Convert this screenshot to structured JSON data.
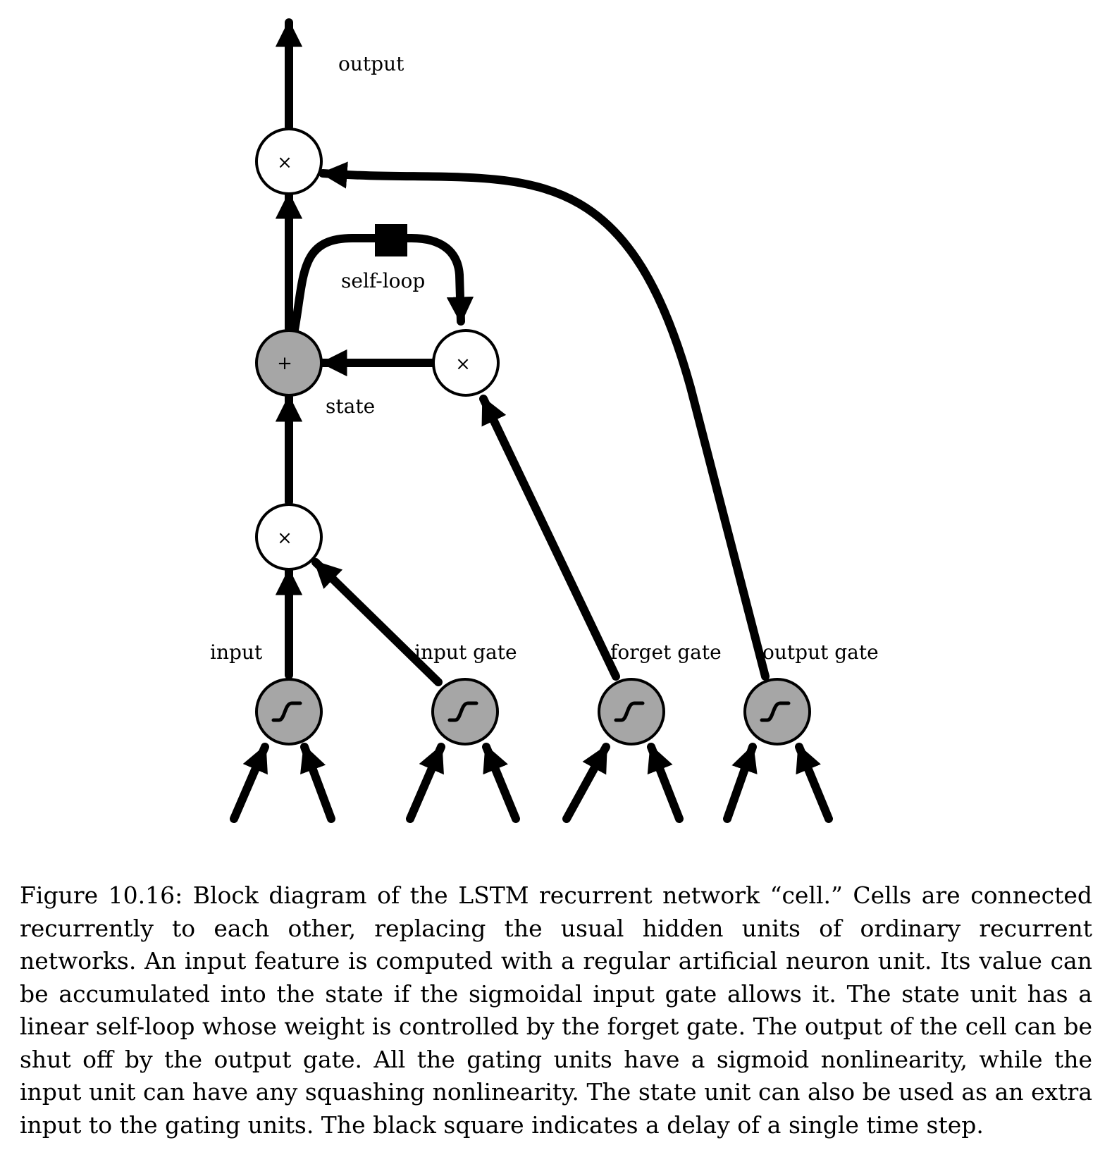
{
  "diagram": {
    "labels": {
      "output": "output",
      "self_loop": "self-loop",
      "state": "state",
      "input": "input",
      "input_gate": "input gate",
      "forget_gate": "forget gate",
      "output_gate": "output gate"
    },
    "symbols": {
      "multiply": "×",
      "plus": "+"
    }
  },
  "caption": "Figure 10.16: Block diagram of the LSTM recurrent network “cell.” Cells are connected recurrently to each other, replacing the usual hidden units of ordinary recurrent networks. An input feature is computed with a regular artificial neuron unit. Its value can be accumulated into the state if the sigmoidal input gate allows it. The state unit has a linear self-loop whose weight is controlled by the forget gate. The output of the cell can be shut off by the output gate. All the gating units have a sigmoid nonlinearity, while the input unit can have any squashing nonlinearity. The state unit can also be used as an extra input to the gating units. The black square indicates a delay of a single time step."
}
